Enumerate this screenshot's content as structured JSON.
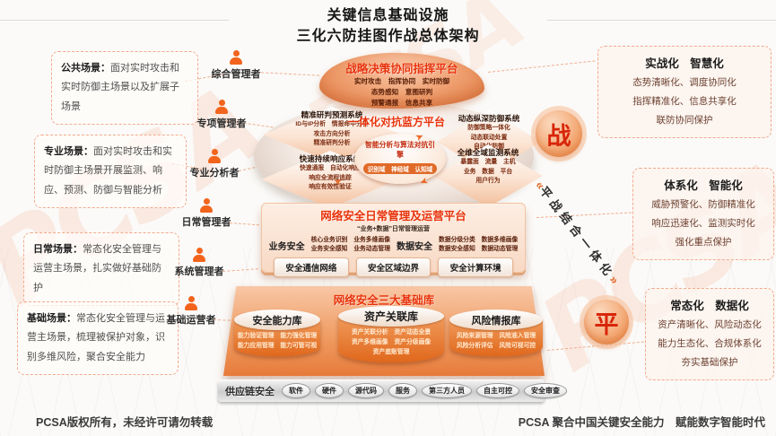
{
  "title": {
    "line1": "关键信息基础设施",
    "line2": "三化六防挂图作战总体架构"
  },
  "scenarios": [
    {
      "label": "公共场景：",
      "desc": "面对实时攻击和实时防御主场景以及扩展子场景"
    },
    {
      "label": "专业场景：",
      "desc": "面对实时攻击和实时防御主场景开展监测、响应、预测、防御与智能分析"
    },
    {
      "label": "日常场景：",
      "desc": "常态化安全管理与运营主场景，扎实做好基础防护"
    },
    {
      "label": "基础场景：",
      "desc": "常态化安全管理与运营主场景，梳理被保护对象，识别多维风险，聚合安全能力"
    }
  ],
  "roles": [
    "综合管理者",
    "专项管理者",
    "专业分析者",
    "日常管理者",
    "系统管理者",
    "基础运营者"
  ],
  "pyramid": {
    "strategy_platform": {
      "title": "战略决策协同指挥平台",
      "lines": [
        "实时攻击　指挥协同　实时防御",
        "态势感知　意图研判",
        "预警通报　信息共享"
      ]
    },
    "combat_platform": {
      "title": "一体化对抗蓝方平台",
      "engine": {
        "name": "智能分析与算法对抗引擎",
        "items": "识别域　神经域　认知域"
      },
      "systems": [
        {
          "name": "精准研判预测系统",
          "lines": [
            "ID与IP分析　情报命中分析",
            "攻击方向分析",
            "精准研判分析"
          ]
        },
        {
          "name": "动态纵深防御系统",
          "lines": [
            "防御策略一体化",
            "动态联动处置",
            "自动化防御"
          ]
        },
        {
          "name": "快速持续响应系统",
          "lines": [
            "快速通报　自动化响应",
            "响应全流程追踪",
            "响应有效性验证"
          ]
        },
        {
          "name": "全维全域监测系统",
          "lines": [
            "暴露面　流量　主机",
            "业务　数据　平台",
            "用户行为"
          ]
        }
      ]
    },
    "ops_platform": {
      "title": "网络安全日常管理及运营平台",
      "subtitle": "“业务+数据”日常管理运营",
      "business": {
        "label": "业务安全",
        "lines": [
          "核心业务识别　业务多维画像",
          "业务安全感知　业务动态管理"
        ]
      },
      "data_security": {
        "label": "数据安全",
        "lines": [
          "数据分级分类　数据多维画像",
          "数据安全感知　数据动态管理"
        ]
      },
      "env_boxes": [
        "安全通信网络",
        "安全区域边界",
        "安全计算环境"
      ]
    },
    "base_platform": {
      "title": "网络安全三大基础库",
      "libraries": [
        {
          "name": "安全能力库",
          "lines": [
            "能力验证管理　能力强化管理",
            "能力应用管理　能力可管可视"
          ]
        },
        {
          "name": "资产关联库",
          "lines": [
            "资产关联分析　资产动态全景",
            "资产多维画像　资产分级画像",
            "资产底账管理"
          ]
        },
        {
          "name": "风险情报库",
          "lines": [
            "风险来源管理　风险准入管理",
            "风险分析评估　风险可视可控"
          ]
        }
      ]
    },
    "supply_chain": {
      "label": "供应链安全",
      "pills": [
        "软件",
        "硬件",
        "源代码",
        "服务",
        "第三方人员",
        "自主可控",
        "安全审查"
      ]
    }
  },
  "right_panels": [
    {
      "title": "实战化　智慧化",
      "lines": [
        "态势清晰化、调度协同化",
        "指挥精准化、信息共享化",
        "联防协同保护"
      ]
    },
    {
      "title": "体系化　智能化",
      "lines": [
        "威胁预警化、防御精准化",
        "响应迅速化、监测实时化",
        "强化重点保护"
      ]
    },
    {
      "title": "常态化　数据化",
      "lines": [
        "资产清晰化、风险动态化",
        "能力生态化、合规体系化",
        "夯实基础保护"
      ]
    }
  ],
  "war_peace": {
    "war": "战",
    "peace": "平",
    "axis": "平战结合一体化",
    "arrow_left": "«",
    "arrow_right": "»"
  },
  "footer": {
    "left": "PCSA版权所有，未经许可请勿转载",
    "right": "PCSA 聚合中国关键安全能力　赋能数字智能时代"
  },
  "watermark": "PCSA",
  "colors": {
    "accent": "#e8571a",
    "title_red": "#e8320a",
    "dashed_border": "#f3a98b"
  }
}
